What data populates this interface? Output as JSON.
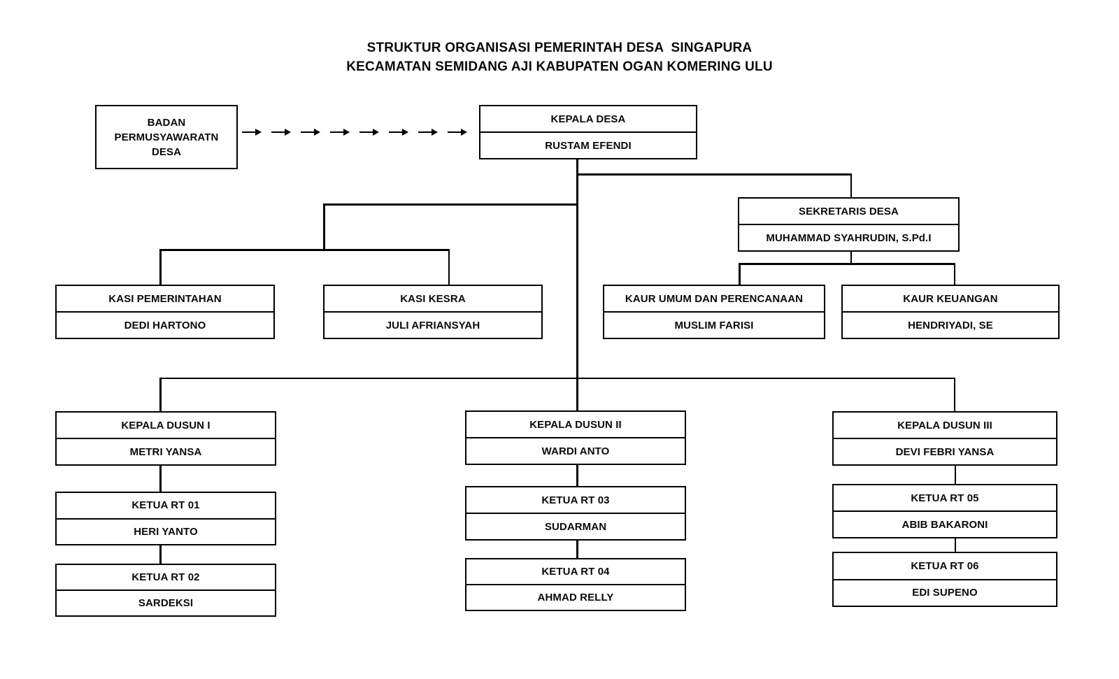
{
  "title": {
    "line1": "STRUKTUR ORGANISASI PEMERINTAH DESA  SINGAPURA",
    "line2": "KECAMATAN SEMIDANG AJI KABUPATEN OGAN KOMERING ULU"
  },
  "nodes": {
    "bpd": {
      "title": "BADAN\nPERMUSYAWARATN\nDESA"
    },
    "kepala_desa": {
      "title": "KEPALA DESA",
      "name": "RUSTAM EFENDI"
    },
    "sekretaris_desa": {
      "title": "SEKRETARIS DESA",
      "name": "MUHAMMAD SYAHRUDIN, S.Pd.I"
    },
    "kasi_pemerintahan": {
      "title": "KASI PEMERINTAHAN",
      "name": "DEDI HARTONO"
    },
    "kasi_kesra": {
      "title": "KASI KESRA",
      "name": "JULI AFRIANSYAH"
    },
    "kaur_umum": {
      "title": "KAUR UMUM DAN PERENCANAAN",
      "name": "MUSLIM FARISI"
    },
    "kaur_keuangan": {
      "title": "KAUR KEUANGAN",
      "name": "HENDRIYADI, SE"
    },
    "kepala_dusun_1": {
      "title": "KEPALA DUSUN I",
      "name": "METRI YANSA"
    },
    "kepala_dusun_2": {
      "title": "KEPALA DUSUN II",
      "name": "WARDI ANTO"
    },
    "kepala_dusun_3": {
      "title": "KEPALA DUSUN III",
      "name": "DEVI FEBRI YANSA"
    },
    "ketua_rt_01": {
      "title": "KETUA RT 01",
      "name": "HERI YANTO"
    },
    "ketua_rt_02": {
      "title": "KETUA RT 02",
      "name": "SARDEKSI"
    },
    "ketua_rt_03": {
      "title": "KETUA RT 03",
      "name": "SUDARMAN"
    },
    "ketua_rt_04": {
      "title": "KETUA RT 04",
      "name": "AHMAD RELLY"
    },
    "ketua_rt_05": {
      "title": "KETUA RT 05",
      "name": "ABIB BAKARONI"
    },
    "ketua_rt_06": {
      "title": "KETUA RT 06",
      "name": "EDI SUPENO"
    }
  },
  "flow": {
    "bpd_to_kepala_desa_arrow_count": 8
  },
  "colors": {
    "line": "#000000",
    "background": "#ffffff",
    "text": "#0a0a0a"
  }
}
